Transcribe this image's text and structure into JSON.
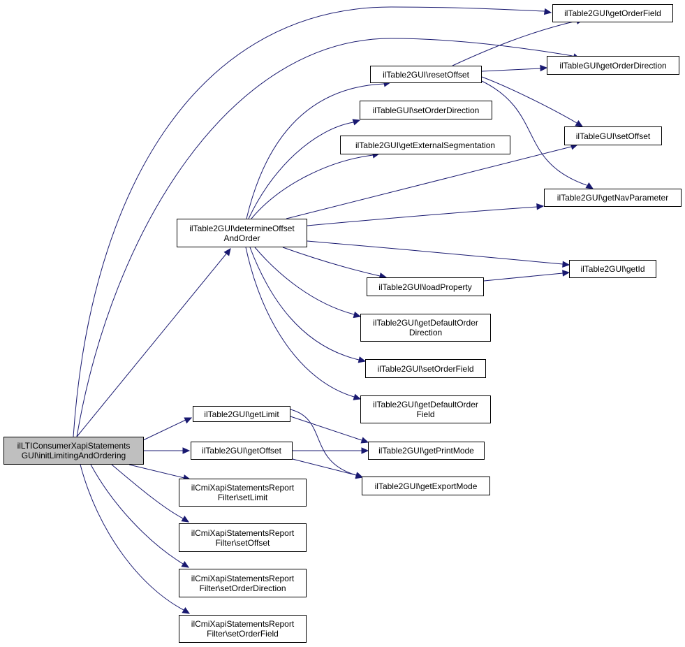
{
  "colors": {
    "edge": "#191970",
    "root_fill": "#bfbfbf",
    "node_fill": "#ffffff",
    "node_border": "#000000"
  },
  "nodes": {
    "root": {
      "line1": "ilLTIConsumerXapiStatements",
      "line2": "GUI\\initLimitingAndOrdering"
    },
    "determine": {
      "line1": "ilTable2GUI\\determineOffset",
      "line2": "AndOrder"
    },
    "getLimit": {
      "line1": "ilTable2GUI\\getLimit"
    },
    "getOffset": {
      "line1": "ilTable2GUI\\getOffset"
    },
    "setLimit": {
      "line1": "ilCmiXapiStatementsReport",
      "line2": "Filter\\setLimit"
    },
    "setOffsetF": {
      "line1": "ilCmiXapiStatementsReport",
      "line2": "Filter\\setOffset"
    },
    "setOrderDirF": {
      "line1": "ilCmiXapiStatementsReport",
      "line2": "Filter\\setOrderDirection"
    },
    "setOrderFldF": {
      "line1": "ilCmiXapiStatementsReport",
      "line2": "Filter\\setOrderField"
    },
    "resetOffset": {
      "line1": "ilTable2GUI\\resetOffset"
    },
    "setOrderDir": {
      "line1": "ilTableGUI\\setOrderDirection"
    },
    "getExtSeg": {
      "line1": "ilTable2GUI\\getExternalSegmentation"
    },
    "loadProp": {
      "line1": "ilTable2GUI\\loadProperty"
    },
    "getDefDir": {
      "line1": "ilTable2GUI\\getDefaultOrder",
      "line2": "Direction"
    },
    "setOrderFld": {
      "line1": "ilTable2GUI\\setOrderField"
    },
    "getDefFld": {
      "line1": "ilTable2GUI\\getDefaultOrder",
      "line2": "Field"
    },
    "getPrint": {
      "line1": "ilTable2GUI\\getPrintMode"
    },
    "getExport": {
      "line1": "ilTable2GUI\\getExportMode"
    },
    "getOrderFld": {
      "line1": "ilTable2GUI\\getOrderField"
    },
    "getOrderDir": {
      "line1": "ilTableGUI\\getOrderDirection"
    },
    "setOffsetT": {
      "line1": "ilTableGUI\\setOffset"
    },
    "getNav": {
      "line1": "ilTable2GUI\\getNavParameter"
    },
    "getId": {
      "line1": "ilTable2GUI\\getId"
    }
  },
  "edges": [
    [
      "root",
      "getOrderFld"
    ],
    [
      "root",
      "getOrderDir"
    ],
    [
      "root",
      "determine"
    ],
    [
      "root",
      "getLimit"
    ],
    [
      "root",
      "getOffset"
    ],
    [
      "root",
      "setLimit"
    ],
    [
      "root",
      "setOffsetF"
    ],
    [
      "root",
      "setOrderDirF"
    ],
    [
      "root",
      "setOrderFldF"
    ],
    [
      "determine",
      "resetOffset"
    ],
    [
      "determine",
      "setOrderDir"
    ],
    [
      "determine",
      "getExtSeg"
    ],
    [
      "determine",
      "setOffsetT"
    ],
    [
      "determine",
      "getNav"
    ],
    [
      "determine",
      "getId"
    ],
    [
      "determine",
      "loadProp"
    ],
    [
      "determine",
      "getDefDir"
    ],
    [
      "determine",
      "setOrderFld"
    ],
    [
      "determine",
      "getDefFld"
    ],
    [
      "resetOffset",
      "getOrderFld"
    ],
    [
      "resetOffset",
      "getOrderDir"
    ],
    [
      "resetOffset",
      "setOffsetT"
    ],
    [
      "resetOffset",
      "getNav"
    ],
    [
      "loadProp",
      "getId"
    ],
    [
      "getLimit",
      "getPrint"
    ],
    [
      "getLimit",
      "getExport"
    ],
    [
      "getOffset",
      "getPrint"
    ],
    [
      "getOffset",
      "getExport"
    ]
  ]
}
